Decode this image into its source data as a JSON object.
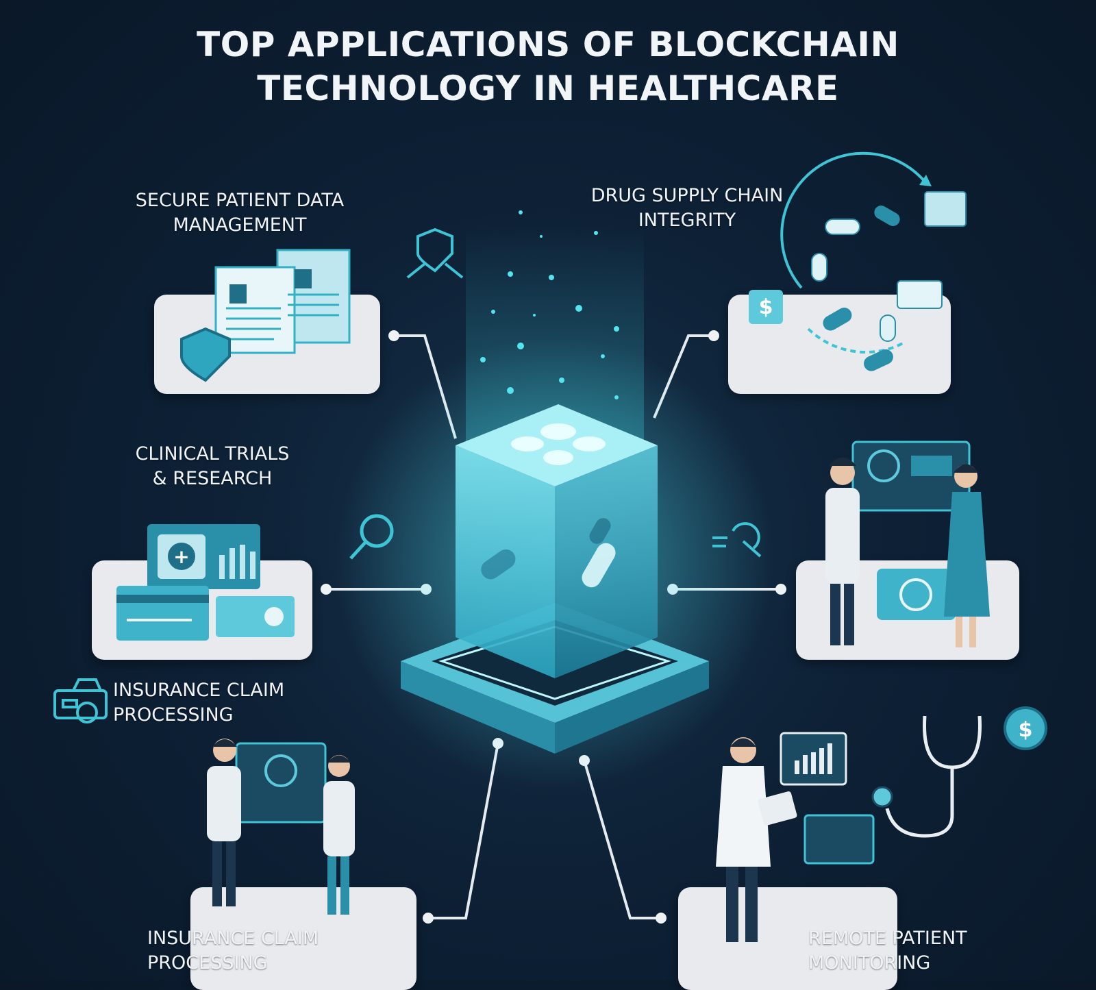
{
  "title": {
    "line1": "TOP APPLICATIONS OF BLOCKCHAIN",
    "line2": "TECHNOLOGY IN HEALTHCARE"
  },
  "labels": {
    "secure_data": [
      "SECURE PATIENT DATA",
      "MANAGEMENT"
    ],
    "drug_supply": [
      "DRUG SUPPLY CHAIN",
      "INTEGRITY"
    ],
    "clinical": [
      "CLINICAL TRIALS",
      "& RESEARCH"
    ],
    "insurance_mid": [
      "INSURANCE CLAIM",
      "PROCESSING"
    ],
    "insurance_bottom": [
      "INSURANCE CLAIM",
      "PROCESSING"
    ],
    "remote": [
      "REMOTE PATIENT",
      "MONITORING"
    ]
  },
  "icons": {
    "card_symbol": "$"
  },
  "colors": {
    "background": "#0d2035",
    "accent": "#3fc4d6",
    "accent_dark": "#1f8fa6",
    "card": "#e8eaee"
  }
}
